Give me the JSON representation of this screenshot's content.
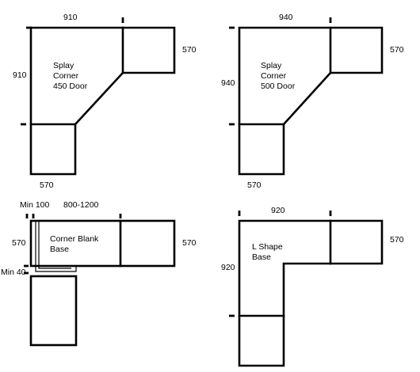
{
  "diagrams": {
    "splay450": {
      "top_width": "910",
      "left_height": "910",
      "right_depth": "570",
      "bottom_depth": "570",
      "label": [
        "Splay",
        "Corner",
        "450 Door"
      ]
    },
    "splay500": {
      "top_width": "940",
      "left_height": "940",
      "right_depth": "570",
      "bottom_depth": "570",
      "label": [
        "Splay",
        "Corner",
        "500 Door"
      ]
    },
    "corner_blank": {
      "min_top": "Min 100",
      "range": "800-1200",
      "left_depth": "570",
      "right_depth": "570",
      "min_side": "Min 40",
      "label": [
        "Corner Blank",
        "Base"
      ]
    },
    "l_shape": {
      "top_width": "920",
      "left_height": "920",
      "right_depth": "570",
      "label": [
        "L Shape",
        "Base"
      ]
    }
  }
}
